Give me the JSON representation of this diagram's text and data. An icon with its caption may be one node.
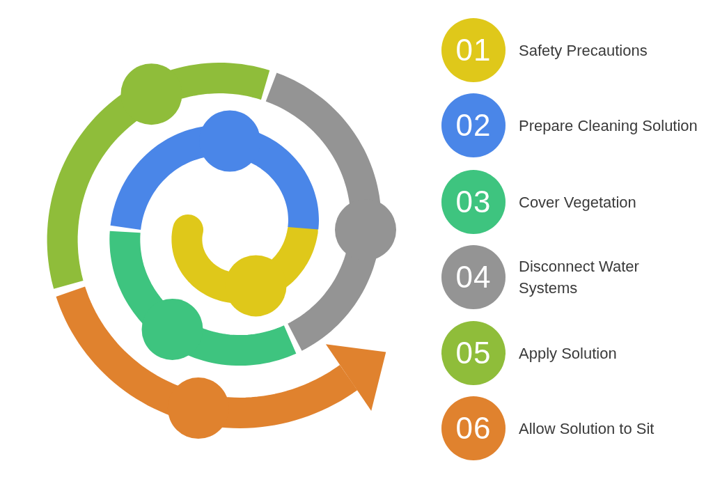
{
  "diagram": {
    "nodes": [
      {
        "text": [
          "01"
        ],
        "beside": [
          "Safety Precautions"
        ]
      },
      {
        "text": [
          "02"
        ],
        "beside": [
          "Prepare Cleaning Solution"
        ]
      },
      {
        "text": [
          "03"
        ],
        "beside": [
          "Cover Vegetation"
        ]
      },
      {
        "text": [
          "04"
        ],
        "beside": [
          "Disconnect Water Systems"
        ]
      },
      {
        "text": [
          "05"
        ],
        "beside": [
          "Apply Solution"
        ]
      },
      {
        "text": [
          "06"
        ],
        "beside": [
          "Allow Solution to Sit"
        ]
      }
    ]
  }
}
